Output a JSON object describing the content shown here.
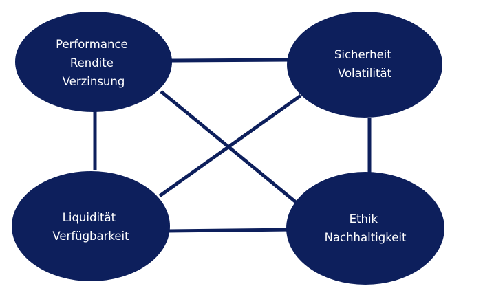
{
  "colors": {
    "node_fill": "#0d1f5c",
    "edge_stroke": "#0d1f5c",
    "label_text": "#ffffff"
  },
  "nodes": {
    "performance": {
      "lines": [
        "Performance",
        "Rendite",
        "Verzinsung"
      ]
    },
    "sicherheit": {
      "lines": [
        "Sicherheit",
        "Volatilität"
      ]
    },
    "liquiditaet": {
      "lines": [
        "Liquidität",
        "Verfügbarkeit"
      ]
    },
    "ethik": {
      "lines": [
        "Ethik",
        "Nachhaltigkeit"
      ]
    }
  }
}
